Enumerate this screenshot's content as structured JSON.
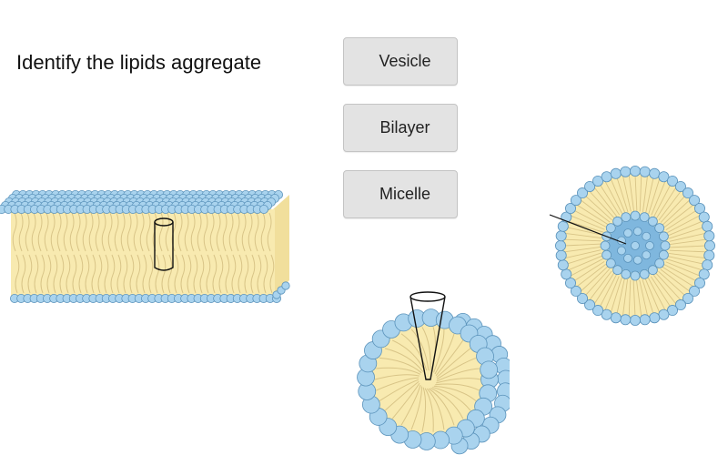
{
  "prompt": "Identify the lipids aggregate",
  "choices": [
    {
      "label": "Vesicle"
    },
    {
      "label": "Bilayer"
    },
    {
      "label": "Micelle"
    }
  ],
  "colors": {
    "head": "#a9d3ee",
    "head_stroke": "#5b93bb",
    "tail_fill": "#f8eab0",
    "tail_line": "#d8c487",
    "core": "#7fb7de",
    "marker": "#111111"
  }
}
